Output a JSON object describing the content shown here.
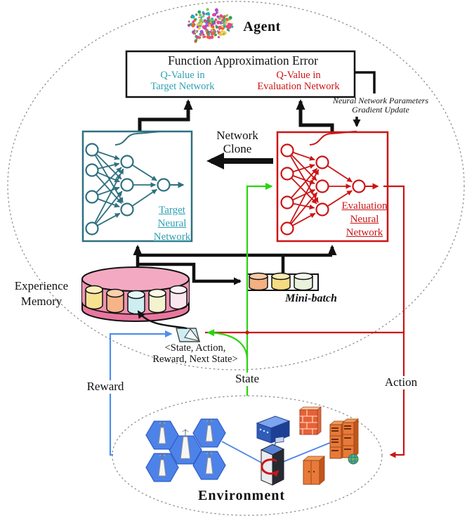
{
  "agent": {
    "label": "Agent"
  },
  "fae_box": {
    "title": "Function Approximation Error",
    "q_target": {
      "line1": "Q-Value in",
      "line2": "Target Network"
    },
    "q_eval": {
      "line1": "Q-Value in",
      "line2": "Evaluation Network"
    }
  },
  "gradient_note": {
    "line1": "Neural Network Parameters",
    "line2": "Gradient Update"
  },
  "network_clone": {
    "line1": "Network",
    "line2": "Clone"
  },
  "target_network_label": {
    "line1": "Target",
    "line2": "Neural",
    "line3": "Network"
  },
  "evaluation_network_label": {
    "line1": "Evaluation",
    "line2": "Neural",
    "line3": "Network"
  },
  "experience_memory_label": {
    "line1": "Experience",
    "line2": "Memory"
  },
  "mini_batch": {
    "label": "Mini-batch"
  },
  "experience_tuple": {
    "line1": "<State, Action,",
    "line2": "Reward, Next State>"
  },
  "signals": {
    "reward": "Reward",
    "state": "State",
    "action": "Action"
  },
  "environment": {
    "label": "Environment"
  },
  "icons": {
    "brain": "brain-icon",
    "experience_memory": "memory-disk-icon",
    "experience_tuple": "tuple-note-icon",
    "mini_batch": "mini-batch-cylinders-icon",
    "cells": "base-station-cells-icon",
    "router": "router-icon",
    "firewall": "firewall-icon",
    "server_rack": "server-rack-icon",
    "tower_server": "tower-server-icon",
    "cabinet": "cabinet-icon",
    "globe": "globe-icon"
  },
  "colors": {
    "teal_stroke": "#2e7080",
    "teal_text": "#2f9fb4",
    "red": "#cc1414",
    "green": "#2bd40e",
    "blue": "#4d8fea",
    "black": "#111111",
    "memory_top": "#f3a9c2",
    "memory_body": "#e8779e",
    "cell_blue": "#4d82e8",
    "rack_orange": "#e8793a"
  }
}
